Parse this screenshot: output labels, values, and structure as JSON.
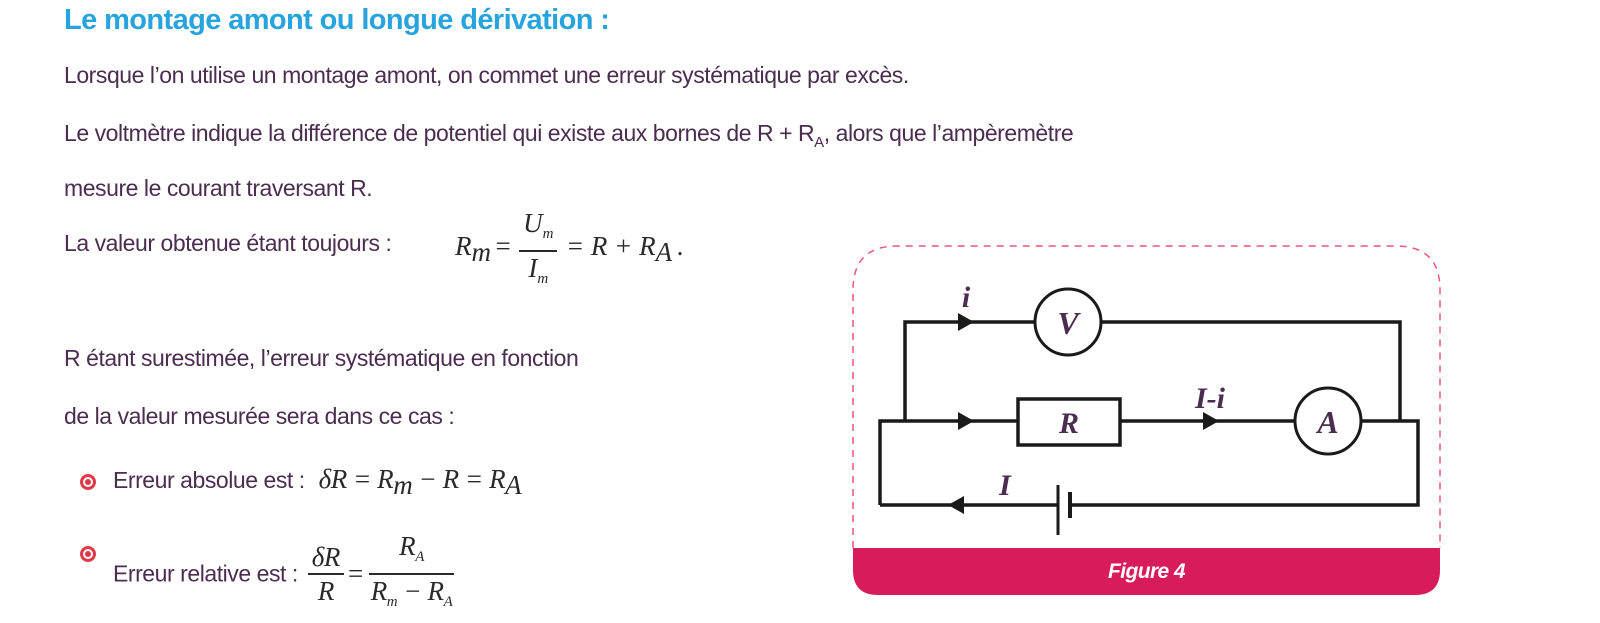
{
  "title": "Le montage amont ou longue dérivation :",
  "paragraphs": {
    "p1": "Lorsque l’on utilise un montage amont, on commet une erreur systématique par excès.",
    "p2a": "Le voltmètre indique la différence de potentiel qui existe aux bornes de R + R",
    "p2sub": "A",
    "p2b": ", alors que l’ampèremètre",
    "p3": "mesure le courant traversant R.",
    "p4": "La valeur obtenue étant toujours :",
    "p5": "R étant surestimée, l’erreur systématique en fonction",
    "p6": "de la valeur mesurée sera dans ce cas :"
  },
  "formula_main": {
    "lhs": "R",
    "lhs_sub": "m",
    "num": "U",
    "num_sub": "m",
    "den": "I",
    "den_sub": "m",
    "rhs": "= R + R",
    "rhs_sub": "A",
    "end": "."
  },
  "bullets": [
    {
      "label": "Erreur absolue est :",
      "formula": "δR = R",
      "sub1": "m",
      "rest": " − R = R",
      "sub2": "A"
    },
    {
      "label": "Erreur relative est :",
      "num": "δR",
      "den": "R",
      "num2": "R",
      "num2_sub": "A",
      "den2a": "R",
      "den2a_sub": "m",
      "den2b": " − R",
      "den2b_sub": "A"
    }
  ],
  "figure": {
    "caption": "Figure 4",
    "voltmeter": "V",
    "ammeter": "A",
    "resistor": "R",
    "current_i": "i",
    "current_I_minus_i": "I-i",
    "current_I": "I",
    "accent": "#d81b5a",
    "title_color": "#27a3dd"
  }
}
